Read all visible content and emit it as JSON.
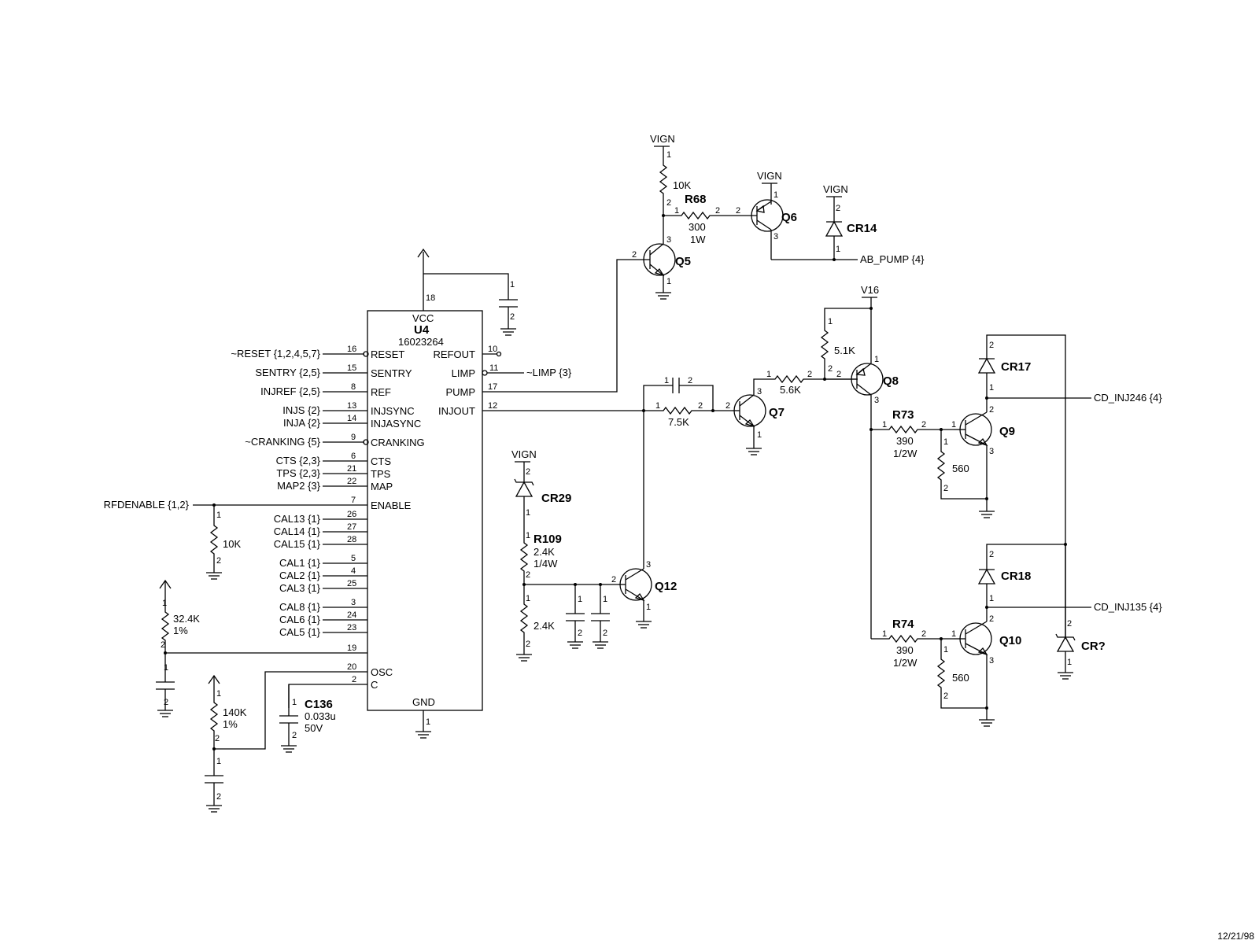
{
  "u4": {
    "ref": "U4",
    "part": "16023264",
    "vcc": "VCC",
    "gnd": "GND",
    "pins": {
      "reset": {
        "num": "16",
        "name": "RESET",
        "net": "~RESET {1,2,4,5,7}"
      },
      "sentry": {
        "num": "15",
        "name": "SENTRY",
        "net": "SENTRY {2,5}"
      },
      "ref": {
        "num": "8",
        "name": "REF",
        "net": "INJREF {2,5}"
      },
      "injsync": {
        "num": "13",
        "name": "INJSYNC",
        "net": "INJS {2}"
      },
      "injasync": {
        "num": "14",
        "name": "INJASYNC",
        "net": "INJA {2}"
      },
      "cranking": {
        "num": "9",
        "name": "CRANKING",
        "net": "~CRANKING {5}"
      },
      "cts": {
        "num": "6",
        "name": "CTS",
        "net": "CTS {2,3}"
      },
      "tps": {
        "num": "21",
        "name": "TPS",
        "net": "TPS {2,3}"
      },
      "map": {
        "num": "22",
        "name": "MAP",
        "net": "MAP2 {3}"
      },
      "enable": {
        "num": "7",
        "name": "ENABLE",
        "net": "RFDENABLE {1,2}"
      },
      "cal13": {
        "num": "26",
        "net": "CAL13 {1}"
      },
      "cal14": {
        "num": "27",
        "net": "CAL14 {1}"
      },
      "cal15": {
        "num": "28",
        "net": "CAL15 {1}"
      },
      "cal1": {
        "num": "5",
        "net": "CAL1 {1}"
      },
      "cal2": {
        "num": "4",
        "net": "CAL2 {1}"
      },
      "cal3": {
        "num": "25",
        "net": "CAL3 {1}"
      },
      "cal8": {
        "num": "3",
        "net": "CAL8 {1}"
      },
      "cal6": {
        "num": "24",
        "net": "CAL6 {1}"
      },
      "cal5": {
        "num": "23",
        "net": "CAL5 {1}"
      },
      "p19": {
        "num": "19"
      },
      "osc": {
        "num": "20",
        "name": "OSC"
      },
      "c": {
        "num": "2",
        "name": "C"
      },
      "vccpin": {
        "num": "18"
      },
      "gndpin": {
        "num": "1"
      },
      "refout": {
        "num": "10",
        "name": "REFOUT"
      },
      "limp": {
        "num": "11",
        "name": "LIMP",
        "net": "~LIMP {3}"
      },
      "pump": {
        "num": "17",
        "name": "PUMP"
      },
      "injout": {
        "num": "12",
        "name": "INJOUT"
      }
    }
  },
  "components": {
    "enable_res": {
      "value": "10K"
    },
    "r324": {
      "value": "32.4K",
      "tol": "1%"
    },
    "r140": {
      "value": "140K",
      "tol": "1%"
    },
    "c136": {
      "ref": "C136",
      "value": "0.033u",
      "volt": "50V"
    },
    "r68": {
      "ref": "R68",
      "value": "300",
      "power": "1W"
    },
    "q5_pullup": {
      "value": "10K"
    },
    "q5": {
      "ref": "Q5"
    },
    "q6": {
      "ref": "Q6"
    },
    "cr14": {
      "ref": "CR14"
    },
    "ab_pump": {
      "net": "AB_PUMP {4}"
    },
    "q7": {
      "ref": "Q7"
    },
    "r75k": {
      "value": "7.5K"
    },
    "r56k": {
      "value": "5.6K"
    },
    "r51k": {
      "value": "5.1K"
    },
    "q8": {
      "ref": "Q8"
    },
    "v16": {
      "label": "V16"
    },
    "cr29": {
      "ref": "CR29"
    },
    "r109": {
      "ref": "R109",
      "value": "2.4K",
      "power": "1/4W"
    },
    "r24k": {
      "value": "2.4K"
    },
    "q12": {
      "ref": "Q12"
    },
    "r73": {
      "ref": "R73",
      "value": "390",
      "power": "1/2W"
    },
    "r74": {
      "ref": "R74",
      "value": "390",
      "power": "1/2W"
    },
    "r560a": {
      "value": "560"
    },
    "r560b": {
      "value": "560"
    },
    "q9": {
      "ref": "Q9"
    },
    "q10": {
      "ref": "Q10"
    },
    "cr17": {
      "ref": "CR17"
    },
    "cr18": {
      "ref": "CR18"
    },
    "crq": {
      "ref": "CR?"
    },
    "inj246": {
      "net": "CD_INJ246 {4}"
    },
    "inj135": {
      "net": "CD_INJ135 {4}"
    }
  },
  "rails": {
    "vign": "VIGN"
  },
  "pin_numbers": {
    "one": "1",
    "two": "2",
    "three": "3"
  },
  "footer": {
    "date": "12/21/98"
  }
}
